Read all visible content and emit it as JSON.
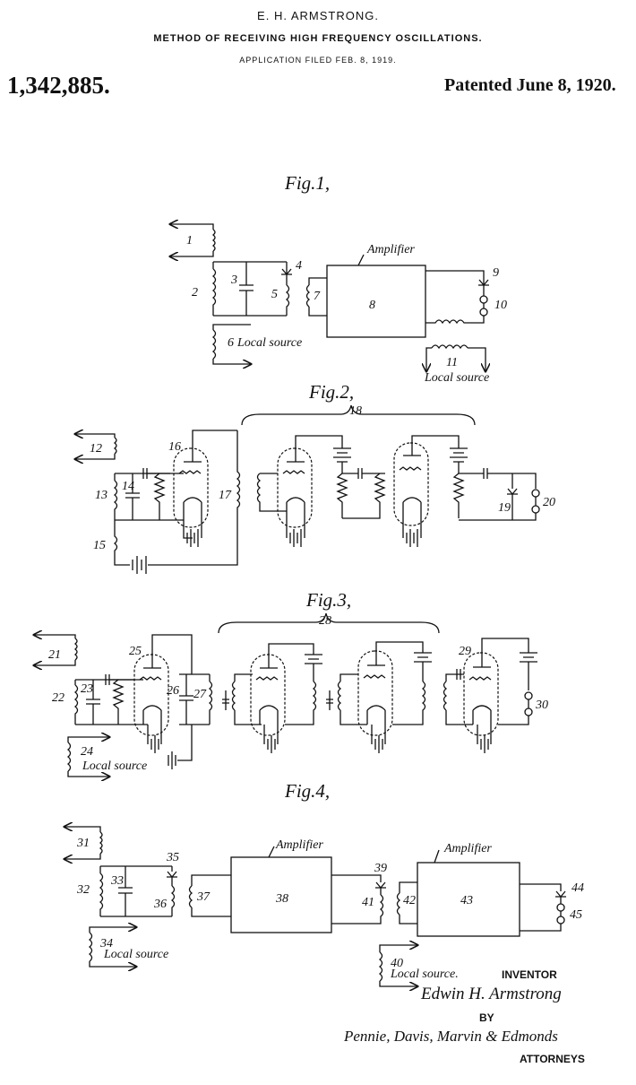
{
  "header": {
    "inventor": "E. H. ARMSTRONG.",
    "title": "METHOD OF RECEIVING HIGH FREQUENCY OSCILLATIONS.",
    "application": "APPLICATION FILED FEB. 8, 1919.",
    "patent_number": "1,342,885.",
    "patent_date": "Patented June 8, 1920."
  },
  "figures": [
    {
      "title": "Fig.1,",
      "labels": [
        "1",
        "2",
        "3",
        "4",
        "5",
        "6",
        "7",
        "8",
        "9",
        "10",
        "11"
      ],
      "texts": [
        "Amplifier",
        "Local source",
        "Local source"
      ]
    },
    {
      "title": "Fig.2,",
      "labels": [
        "12",
        "13",
        "14",
        "15",
        "16",
        "17",
        "18",
        "19",
        "20"
      ]
    },
    {
      "title": "Fig.3,",
      "labels": [
        "21",
        "22",
        "23",
        "24",
        "25",
        "26",
        "27",
        "28",
        "29",
        "30"
      ],
      "texts": [
        "Local source"
      ]
    },
    {
      "title": "Fig.4,",
      "labels": [
        "31",
        "32",
        "33",
        "34",
        "35",
        "36",
        "37",
        "38",
        "39",
        "40",
        "41",
        "42",
        "43",
        "44",
        "45"
      ],
      "texts": [
        "Amplifier",
        "Amplifier",
        "Local source",
        "Local source."
      ]
    }
  ],
  "signature_block": {
    "inventor_label": "INVENTOR",
    "inventor_signature": "Edwin H. Armstrong",
    "by_label": "BY",
    "attorney_signature": "Pennie, Davis, Marvin & Edmonds",
    "attorneys_label": "ATTORNEYS"
  }
}
